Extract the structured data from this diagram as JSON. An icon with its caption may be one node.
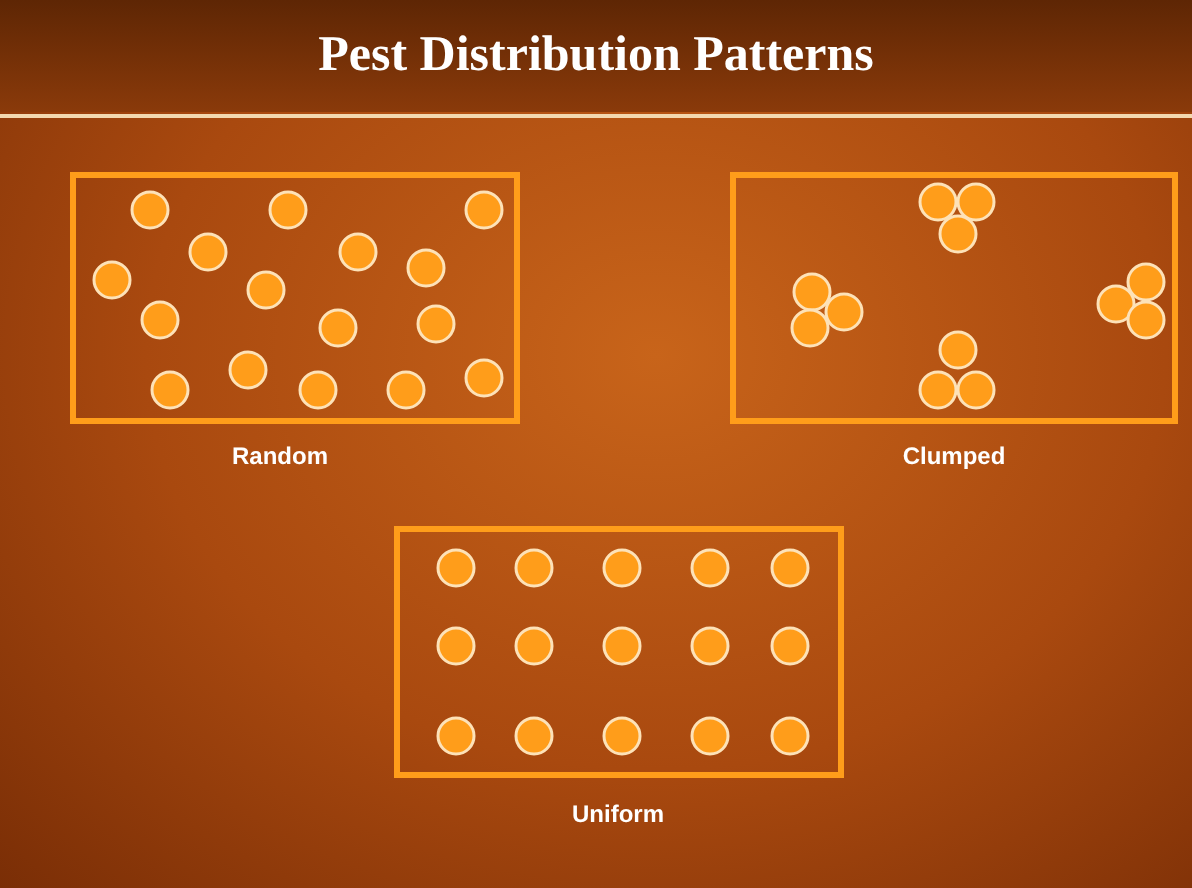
{
  "diagram": {
    "title": "Pest Distribution Patterns",
    "nodes": [
      {
        "text": [
          "Random"
        ]
      },
      {
        "text": [
          "Clumped"
        ]
      },
      {
        "text": [
          "Uniform"
        ]
      }
    ]
  }
}
